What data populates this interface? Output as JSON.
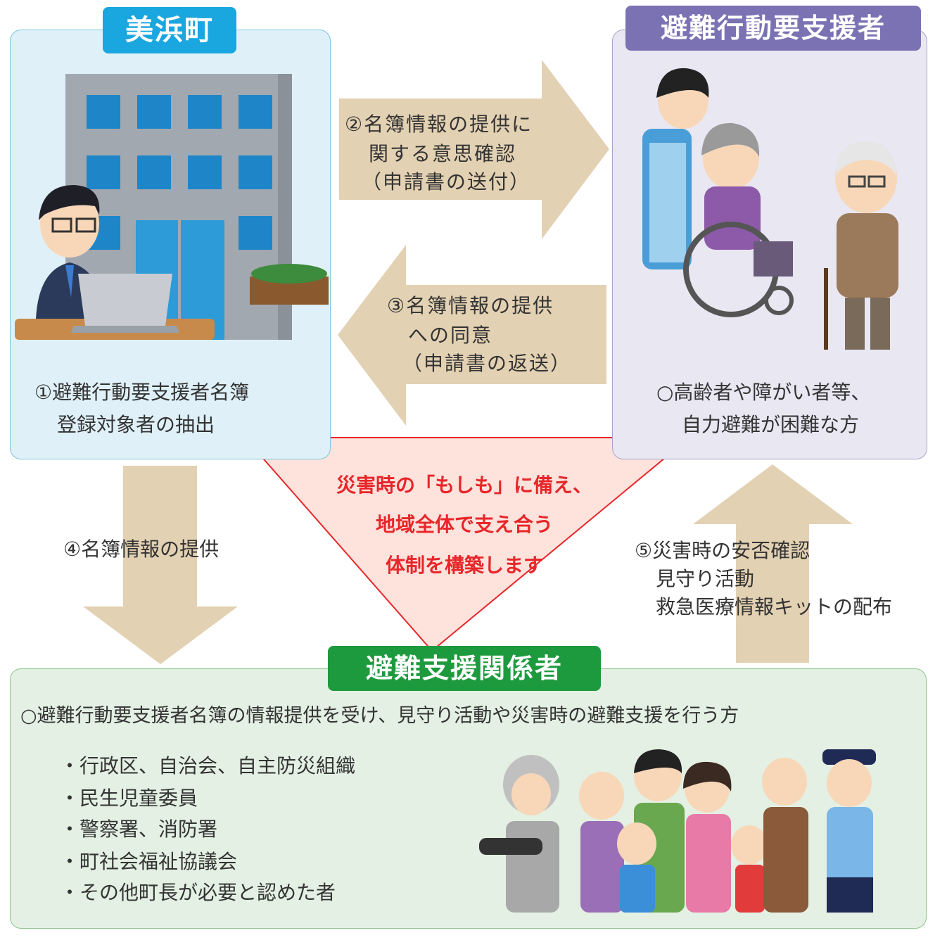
{
  "town": {
    "title": "美浜町",
    "desc_line1": "①避難行動要支援者名簿",
    "desc_line2": "登録対象者の抽出"
  },
  "support": {
    "title": "避難行動要支援者",
    "desc_line1": "○高齢者や障がい者等、",
    "desc_line2": "自力避難が困難な方"
  },
  "arrow2": {
    "line1": "②名簿情報の提供に",
    "line2": "関する意思確認",
    "line3": "（申請書の送付）"
  },
  "arrow3": {
    "line1": "③名簿情報の提供",
    "line2": "への同意",
    "line3": "（申請書の返送）"
  },
  "arrow4": {
    "line1": "④名簿情報の提供"
  },
  "arrow5": {
    "line1": "⑤災害時の安否確認",
    "line2": "見守り活動",
    "line3": "救急医療情報キットの配布"
  },
  "center": {
    "line1": "災害時の「もしも」に備え、",
    "line2": "地域全体で支え合う",
    "line3": "体制を構築します"
  },
  "helpers": {
    "title": "避難支援関係者",
    "desc": "○避難行動要支援者名簿の情報提供を受け、見守り活動や災害時の避難支援を行う方",
    "items": [
      "・行政区、自治会、自主防災組織",
      "・民生児童委員",
      "・警察署、消防署",
      "・町社会福祉協議会",
      "・その他町長が必要と認めた者"
    ]
  },
  "colors": {
    "town_accent": "#1aa6df",
    "support_accent": "#7b72b3",
    "helpers_accent": "#1e9a3e",
    "center_text": "#e8262a",
    "arrow_fill": "#e3d1b3"
  }
}
